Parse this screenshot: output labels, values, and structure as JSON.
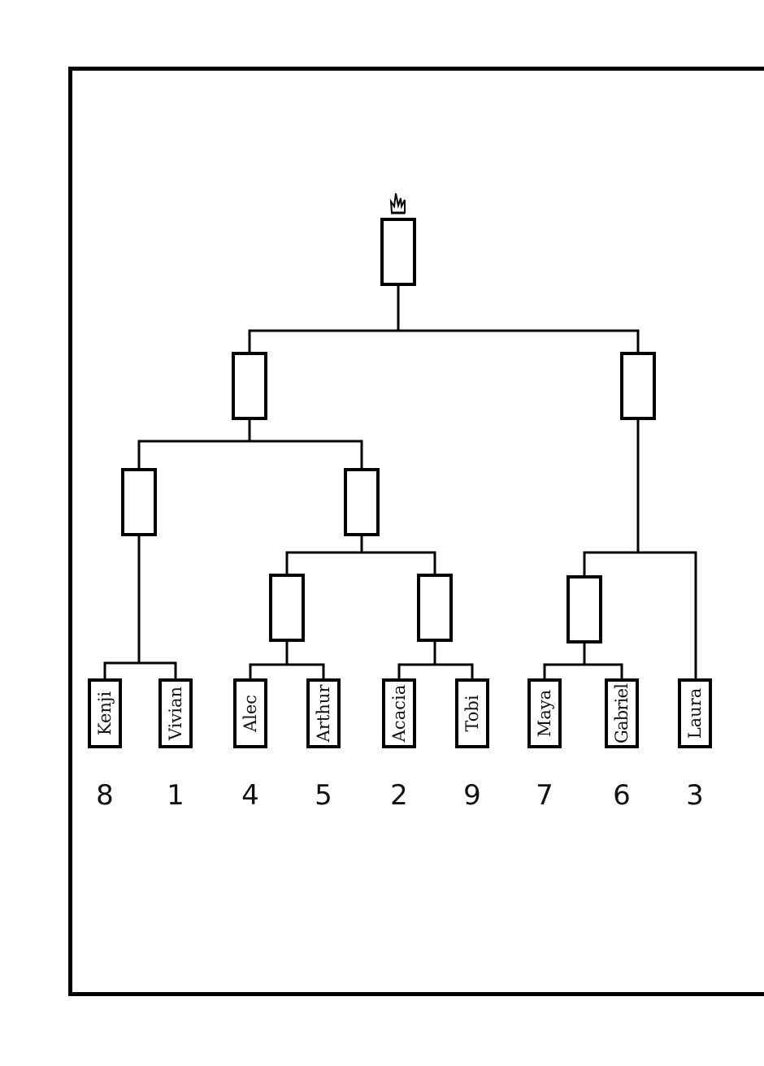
{
  "title": "Tournament Bracket",
  "champion_icon": "crown-icon",
  "colors": {
    "ink": "#000000",
    "paper": "#ffffff"
  },
  "bracket": {
    "champion": {
      "name": ""
    },
    "final": [
      {
        "name": ""
      },
      {
        "name": ""
      }
    ],
    "semifinal": [
      {
        "name": ""
      },
      {
        "name": ""
      },
      {
        "name": ""
      }
    ],
    "quarterfinal": [
      {
        "name": ""
      },
      {
        "name": ""
      },
      {
        "name": ""
      }
    ],
    "entrants": [
      {
        "name": "Kenji",
        "seed": "8"
      },
      {
        "name": "Vivian",
        "seed": "1"
      },
      {
        "name": "Alec",
        "seed": "4"
      },
      {
        "name": "Arthur",
        "seed": "5"
      },
      {
        "name": "Acacia",
        "seed": "2"
      },
      {
        "name": "Tobi",
        "seed": "9"
      },
      {
        "name": "Maya",
        "seed": "7"
      },
      {
        "name": "Gabriel",
        "seed": "6"
      },
      {
        "name": "Laura",
        "seed": "3"
      }
    ]
  }
}
